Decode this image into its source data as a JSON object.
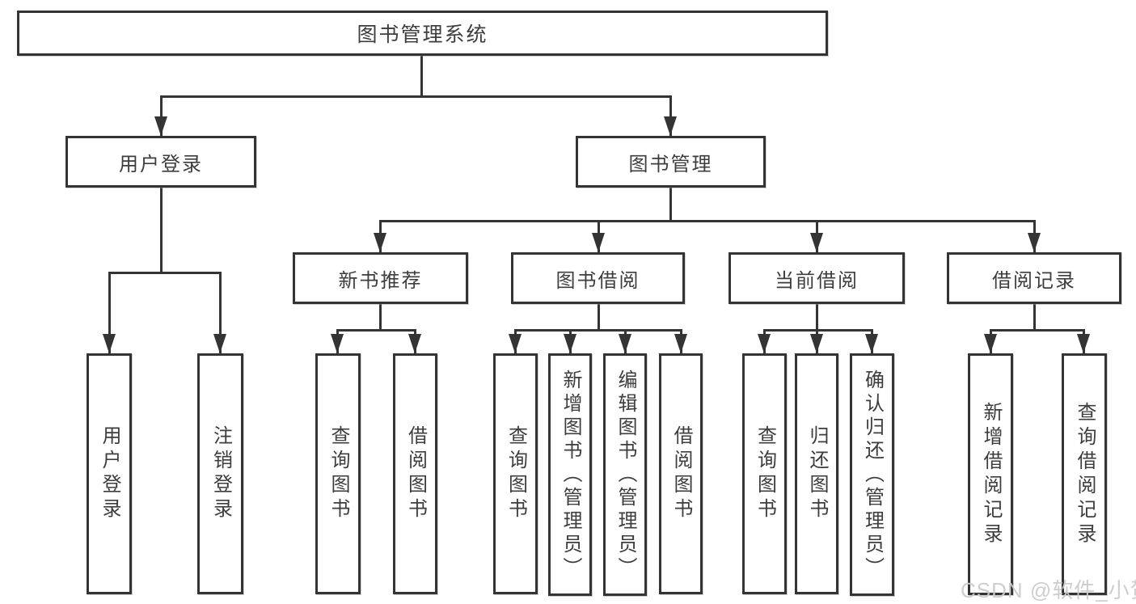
{
  "diagram": {
    "root": {
      "label": "图书管理系统"
    },
    "level2": [
      {
        "label": "用户登录"
      },
      {
        "label": "图书管理"
      }
    ],
    "level3": [
      {
        "label": "新书推荐"
      },
      {
        "label": "图书借阅"
      },
      {
        "label": "当前借阅"
      },
      {
        "label": "借阅记录"
      }
    ],
    "leaves": {
      "user_login": [
        {
          "label": "用户登录"
        },
        {
          "label": "注销登录"
        }
      ],
      "new_books": [
        {
          "label": "查询图书"
        },
        {
          "label": "借阅图书"
        }
      ],
      "book_borrow": [
        {
          "label": "查询图书"
        },
        {
          "label": "新增图书（管理员）"
        },
        {
          "label": "编辑图书（管理员）"
        },
        {
          "label": "借阅图书"
        }
      ],
      "current_borrow": [
        {
          "label": "查询图书"
        },
        {
          "label": "归还图书"
        },
        {
          "label": "确认归还（管理员）"
        }
      ],
      "borrow_records": [
        {
          "label": "新增借阅记录"
        },
        {
          "label": "查询借阅记录"
        }
      ]
    },
    "watermark": "CSDN @软件_小贺同学",
    "colors": {
      "line": "#343434",
      "text": "#3d3d3d",
      "watermark": "#cbcbcb",
      "background": "#ffffff"
    }
  }
}
